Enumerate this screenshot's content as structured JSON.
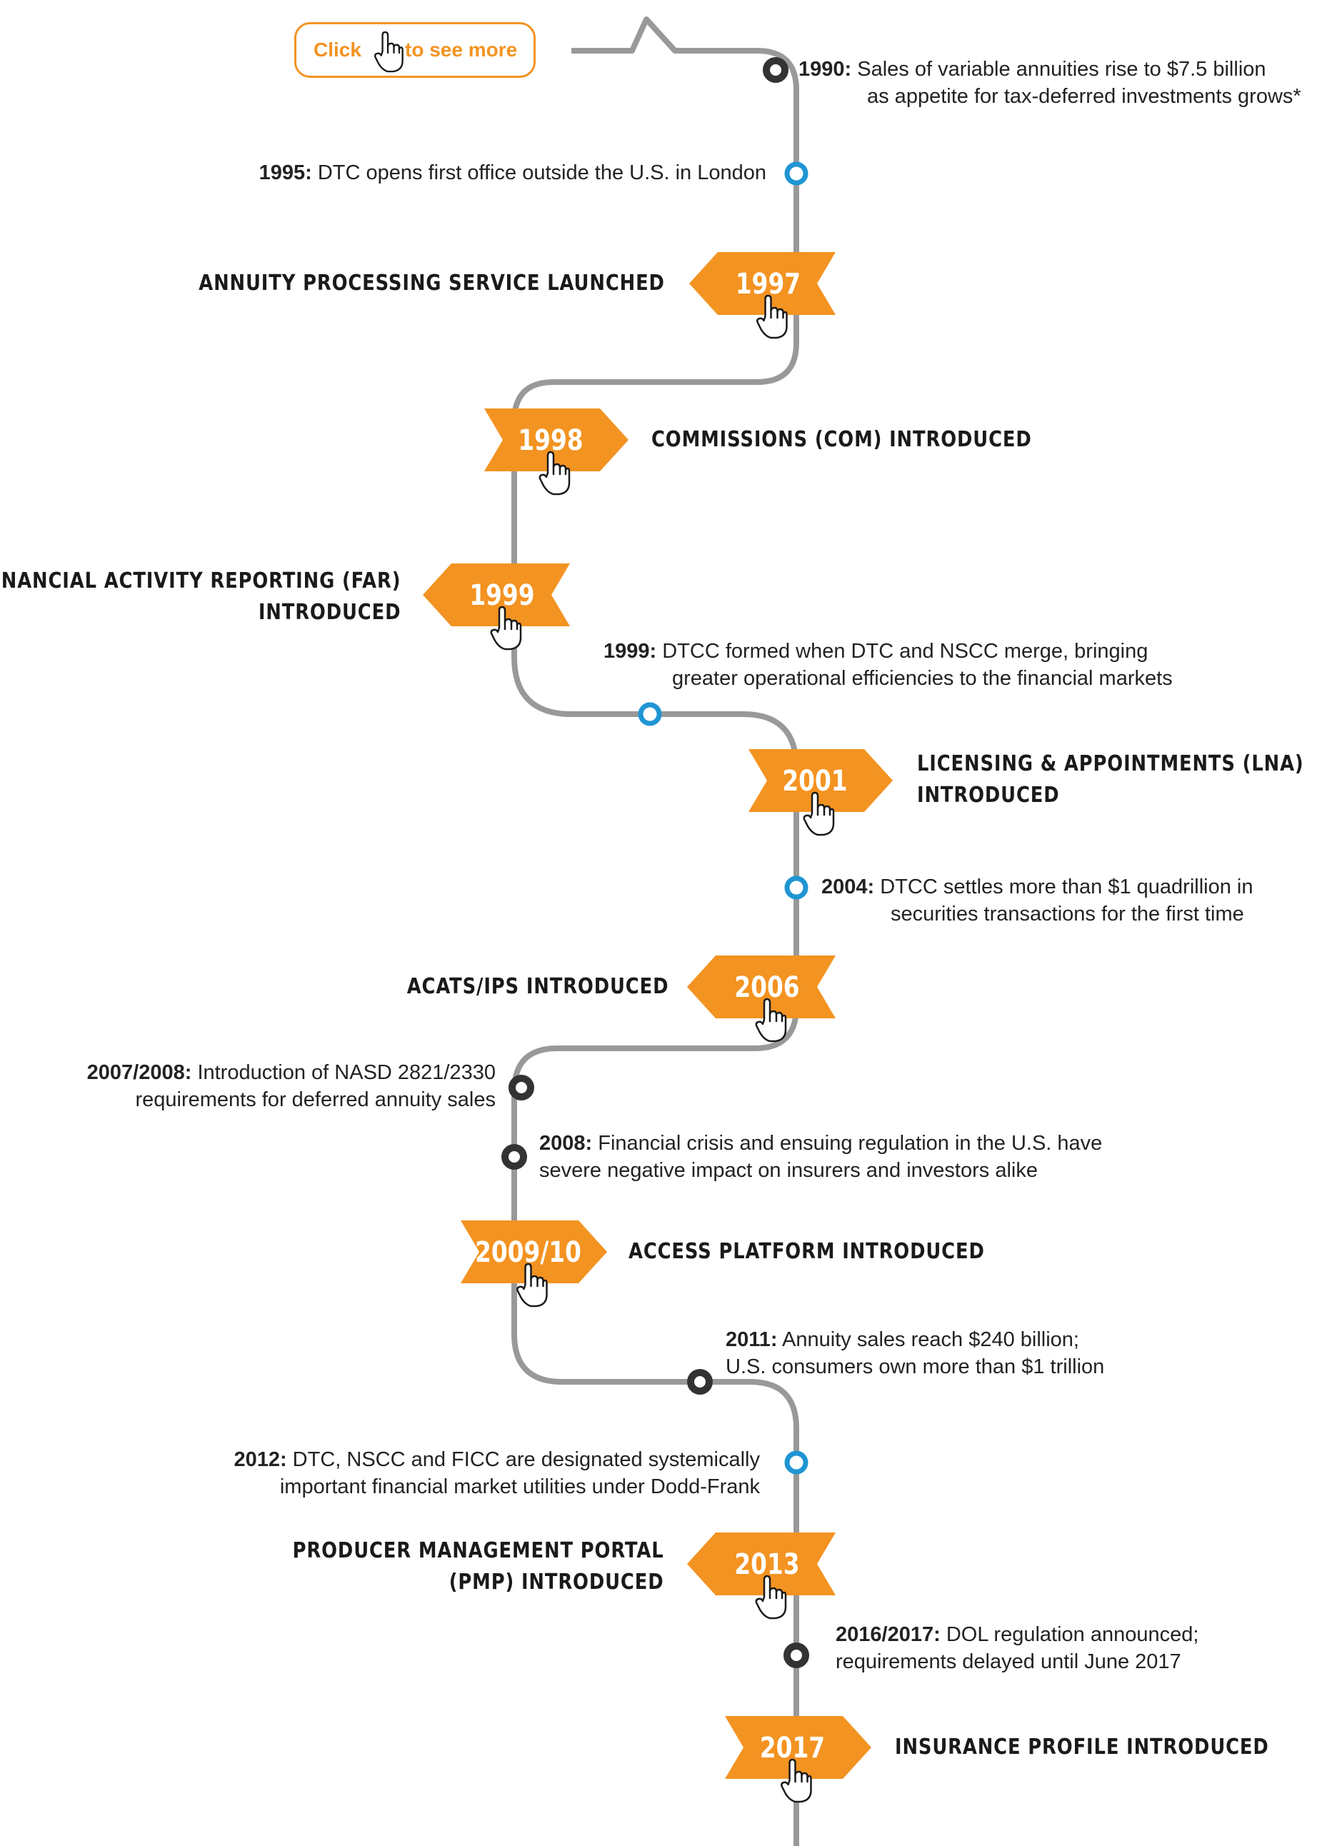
{
  "cta": {
    "click": "Click",
    "rest": "to see more",
    "hand_icon": "pointing-hand-icon"
  },
  "colors": {
    "track": "#999999",
    "orange": "#f39321",
    "blue_dot": "#1f95d3",
    "dark_dot": "#333333",
    "text": "#1a1a1a"
  },
  "milestones": [
    {
      "year": "1997",
      "lines": [
        "ANNUITY PROCESSING SERVICE LAUNCHED"
      ]
    },
    {
      "year": "1998",
      "lines": [
        "COMMISSIONS (COM) INTRODUCED"
      ]
    },
    {
      "year": "1999",
      "lines": [
        "FINANCIAL ACTIVITY REPORTING (FAR)",
        "INTRODUCED"
      ]
    },
    {
      "year": "2001",
      "lines": [
        "LICENSING & APPOINTMENTS (LNA)",
        "INTRODUCED"
      ]
    },
    {
      "year": "2006",
      "lines": [
        "ACATS/IPS INTRODUCED"
      ]
    },
    {
      "year": "2009/10",
      "lines": [
        "ACCESS PLATFORM INTRODUCED"
      ]
    },
    {
      "year": "2013",
      "lines": [
        "PRODUCER MANAGEMENT PORTAL",
        "(PMP) INTRODUCED"
      ]
    },
    {
      "year": "2017",
      "lines": [
        "INSURANCE PROFILE INTRODUCED"
      ]
    }
  ],
  "events": [
    {
      "year": "1990:",
      "text1": "Sales of variable annuities rise to $7.5 billion",
      "text2": "as appetite for tax-deferred investments grows*",
      "dot": "dark"
    },
    {
      "year": "1995:",
      "text1": "DTC opens first office outside the U.S. in London",
      "text2": "",
      "dot": "blue"
    },
    {
      "year": "1999:",
      "text1": "DTCC formed when DTC and NSCC merge, bringing",
      "text2": "greater operational efficiencies to the financial markets",
      "dot": "blue"
    },
    {
      "year": "2004:",
      "text1": "DTCC settles more than $1 quadrillion in",
      "text2": "securities transactions for the first time",
      "dot": "blue"
    },
    {
      "year": "2007/2008:",
      "text1": "Introduction of NASD 2821/2330",
      "text2": "requirements for deferred annuity sales",
      "dot": "dark"
    },
    {
      "year": "2008:",
      "text1": "Financial crisis and ensuing regulation in the U.S. have",
      "text2": "severe negative impact on insurers and investors alike",
      "dot": "dark"
    },
    {
      "year": "2011:",
      "text1": "Annuity sales reach $240 billion;",
      "text2": "U.S. consumers own more than $1 trillion",
      "dot": "dark"
    },
    {
      "year": "2012:",
      "text1": "DTC, NSCC and FICC are designated systemically",
      "text2": "important financial market utilities under Dodd-Frank",
      "dot": "blue"
    },
    {
      "year": "2016/2017:",
      "text1": "DOL regulation announced;",
      "text2": "requirements delayed until June 2017",
      "dot": "dark"
    }
  ]
}
